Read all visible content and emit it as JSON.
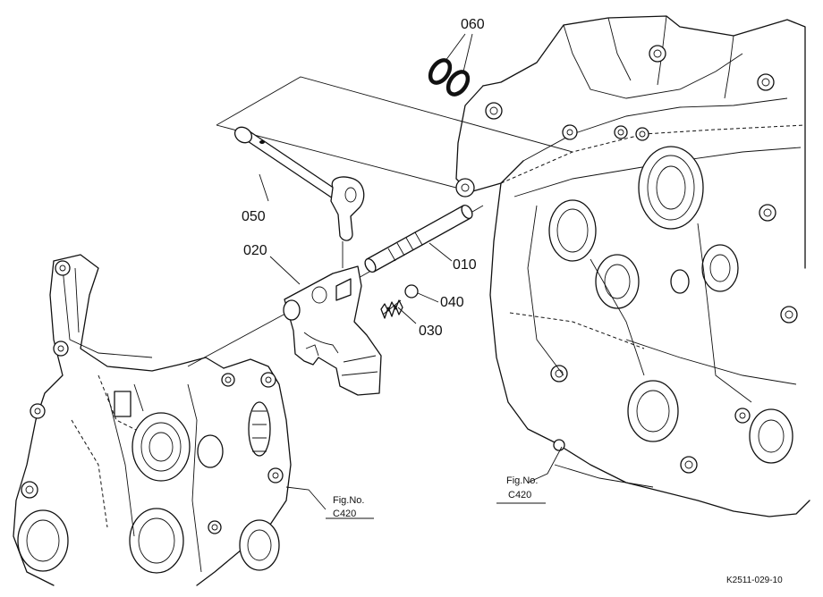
{
  "diagram": {
    "parts": [
      {
        "id": "p010",
        "label": "010"
      },
      {
        "id": "p020",
        "label": "020"
      },
      {
        "id": "p030",
        "label": "030"
      },
      {
        "id": "p040",
        "label": "040"
      },
      {
        "id": "p050",
        "label": "050"
      },
      {
        "id": "p060",
        "label": "060"
      }
    ],
    "figure_refs": [
      {
        "title": "Fig.No.",
        "number": "C420"
      },
      {
        "title": "Fig.No.",
        "number": "C420"
      }
    ],
    "drawing_code": "K2511-029-10"
  }
}
